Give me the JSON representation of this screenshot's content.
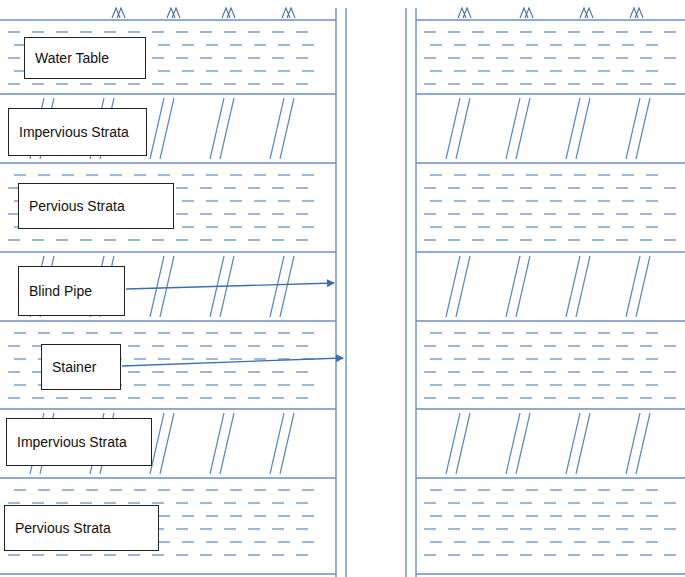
{
  "diagram": {
    "nodes": [
      {
        "text": [
          "Water Table"
        ]
      },
      {
        "text": [
          "Impervious Strata"
        ]
      },
      {
        "text": [
          "Pervious Strata"
        ]
      },
      {
        "text": [
          "Blind Pipe"
        ]
      },
      {
        "text": [
          "Stainer"
        ]
      },
      {
        "text": [
          "Impervious Strata"
        ]
      },
      {
        "text": [
          "Pervious Strata"
        ]
      }
    ]
  }
}
